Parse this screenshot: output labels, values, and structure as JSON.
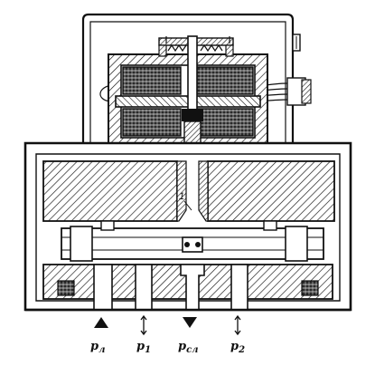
{
  "callout": "1",
  "ports": [
    {
      "id": "pl",
      "letter": "p",
      "sub": "л",
      "symbol": "triangle-up-filled"
    },
    {
      "id": "p1",
      "letter": "p",
      "sub": "1",
      "symbol": "double-arrow"
    },
    {
      "id": "psl",
      "letter": "p",
      "sub": "сл",
      "symbol": "triangle-down-filled"
    },
    {
      "id": "p2",
      "letter": "p",
      "sub": "2",
      "symbol": "double-arrow"
    }
  ]
}
